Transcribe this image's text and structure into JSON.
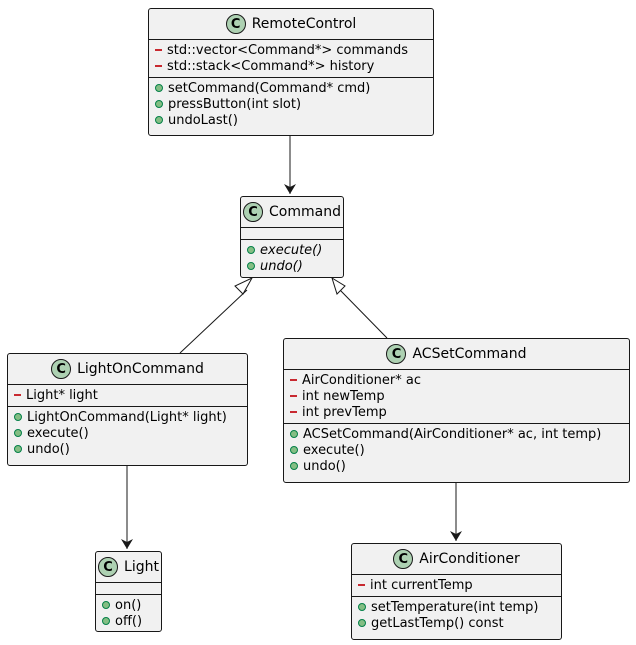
{
  "diagram": {
    "classes": {
      "remote_control": {
        "icon": "C",
        "name": "RemoteControl",
        "fields": [
          {
            "visibility": "private",
            "text": "std::vector<Command*> commands"
          },
          {
            "visibility": "private",
            "text": "std::stack<Command*> history"
          }
        ],
        "methods": [
          {
            "visibility": "public",
            "text": "setCommand(Command* cmd)"
          },
          {
            "visibility": "public",
            "text": "pressButton(int slot)"
          },
          {
            "visibility": "public",
            "text": "undoLast()"
          }
        ]
      },
      "command": {
        "icon": "C",
        "name": "Command",
        "fields": [],
        "methods": [
          {
            "visibility": "public",
            "text": "execute()",
            "abstract": true
          },
          {
            "visibility": "public",
            "text": "undo()",
            "abstract": true
          }
        ]
      },
      "light_on_command": {
        "icon": "C",
        "name": "LightOnCommand",
        "fields": [
          {
            "visibility": "private",
            "text": "Light* light"
          }
        ],
        "methods": [
          {
            "visibility": "public",
            "text": "LightOnCommand(Light* light)"
          },
          {
            "visibility": "public",
            "text": "execute()"
          },
          {
            "visibility": "public",
            "text": "undo()"
          }
        ]
      },
      "ac_set_command": {
        "icon": "C",
        "name": "ACSetCommand",
        "fields": [
          {
            "visibility": "private",
            "text": "AirConditioner* ac"
          },
          {
            "visibility": "private",
            "text": "int newTemp"
          },
          {
            "visibility": "private",
            "text": "int prevTemp"
          }
        ],
        "methods": [
          {
            "visibility": "public",
            "text": "ACSetCommand(AirConditioner* ac, int temp)"
          },
          {
            "visibility": "public",
            "text": "execute()"
          },
          {
            "visibility": "public",
            "text": "undo()"
          }
        ]
      },
      "light": {
        "icon": "C",
        "name": "Light",
        "fields": [],
        "methods": [
          {
            "visibility": "public",
            "text": "on()"
          },
          {
            "visibility": "public",
            "text": "off()"
          }
        ]
      },
      "air_conditioner": {
        "icon": "C",
        "name": "AirConditioner",
        "fields": [
          {
            "visibility": "private",
            "text": "int currentTemp"
          }
        ],
        "methods": [
          {
            "visibility": "public",
            "text": "setTemperature(int temp)"
          },
          {
            "visibility": "public",
            "text": "getLastTemp() const"
          }
        ]
      }
    },
    "relations": [
      {
        "from": "remote_control",
        "to": "command",
        "type": "association"
      },
      {
        "from": "light_on_command",
        "to": "command",
        "type": "inheritance"
      },
      {
        "from": "ac_set_command",
        "to": "command",
        "type": "inheritance"
      },
      {
        "from": "light_on_command",
        "to": "light",
        "type": "association"
      },
      {
        "from": "ac_set_command",
        "to": "air_conditioner",
        "type": "association"
      }
    ],
    "colors": {
      "box_fill": "#f1f1f1",
      "border": "#181818",
      "class_badge": "#add1b2",
      "private_marker": "#c82930",
      "public_marker": "#84be84"
    }
  }
}
